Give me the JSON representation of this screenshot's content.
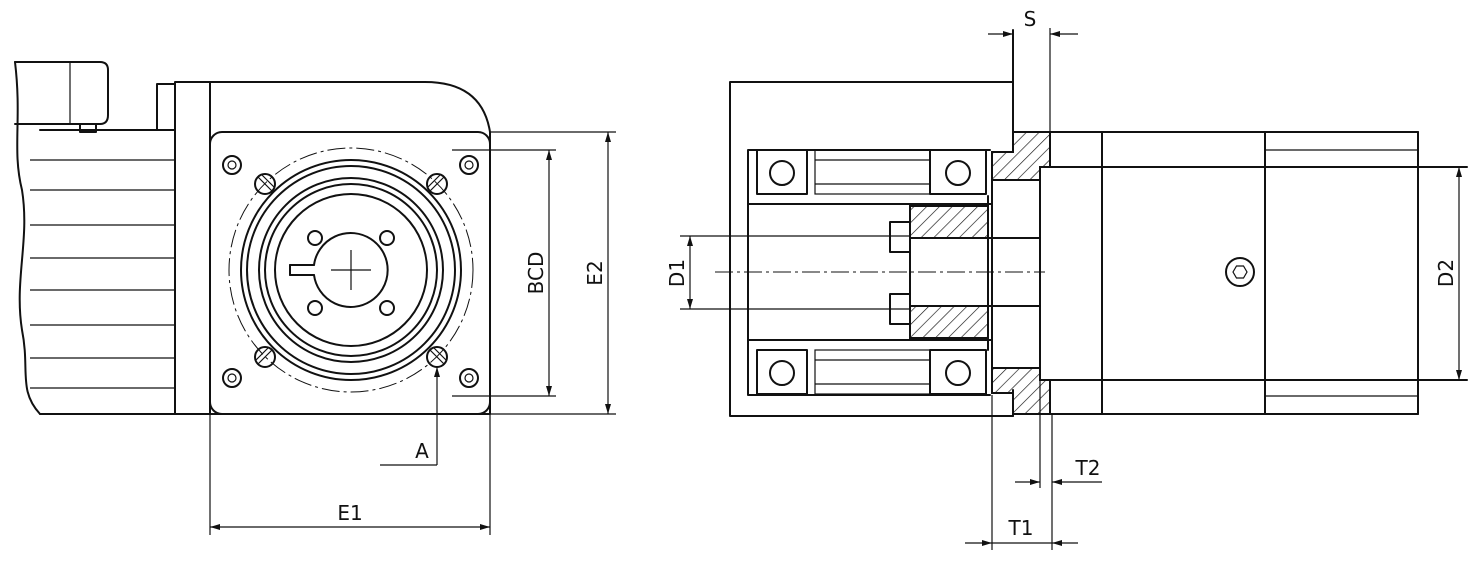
{
  "labels": {
    "e1": "E1",
    "e2": "E2",
    "bcd": "BCD",
    "a": "A",
    "s": "S",
    "d1": "D1",
    "d2": "D2",
    "t1": "T1",
    "t2": "T2"
  }
}
